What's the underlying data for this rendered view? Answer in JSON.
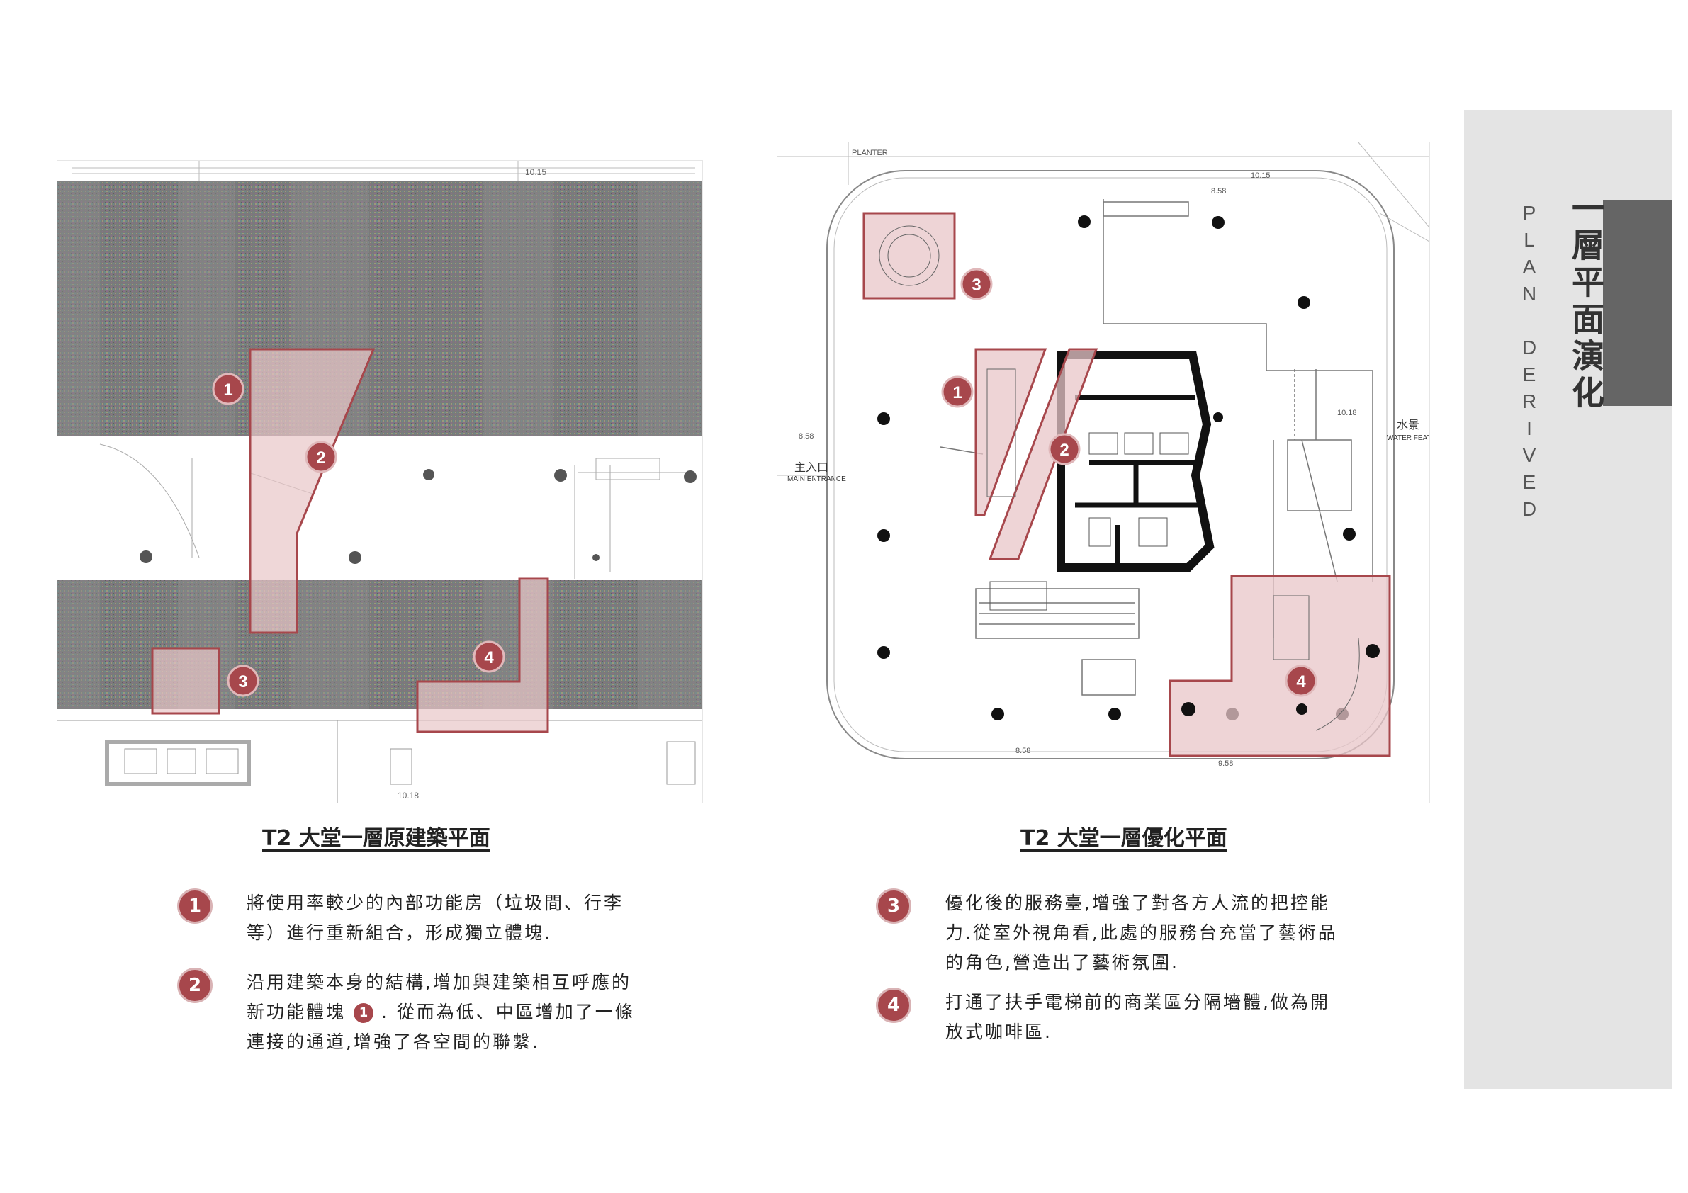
{
  "left_plan": {
    "caption": "T2 大堂一層原建築平面",
    "markers": [
      "1",
      "2",
      "3",
      "4"
    ],
    "dims": [
      "10.15",
      "10.18"
    ]
  },
  "right_plan": {
    "caption": "T2 大堂一層優化平面",
    "markers": [
      "3",
      "1",
      "2",
      "4"
    ],
    "labels": {
      "planter": "PLANTER",
      "main_entrance_cn": "主入口",
      "main_entrance_en": "MAIN ENTRANCE",
      "water_feature_cn": "水景",
      "water_feature_en": "WATER FEATURE",
      "dims": [
        "10.15",
        "8.58",
        "10.18",
        "8.58",
        "8.58",
        "9.58"
      ]
    }
  },
  "notes": [
    {
      "number": "1",
      "text": "將使用率較少的內部功能房（垃圾間、行李等）進行重新組合，形成獨立體塊."
    },
    {
      "number": "2",
      "text_before": "沿用建築本身的結構,增加與建築相互呼應的新功能體塊",
      "inline_badge": "1",
      "text_after": " . 從而為低、中區增加了一條連接的通道,增強了各空間的聯繫."
    },
    {
      "number": "3",
      "text": "優化後的服務臺,增強了對各方人流的把控能力.從室外視角看,此處的服務台充當了藝術品的角色,營造出了藝術氛圍."
    },
    {
      "number": "4",
      "text": "打通了扶手電梯前的商業區分隔墻體,做為開放式咖啡區."
    }
  ],
  "side": {
    "title": "一層平面演化",
    "subtitle": "P\nL\nA\nN\n\nD\nE\nR\nI\nV\nE\nD"
  },
  "colors": {
    "accent": "#a7474c",
    "highlight_fill": "#e8c6c8",
    "side_panel": "#e4e4e4",
    "side_accent": "#656565"
  }
}
